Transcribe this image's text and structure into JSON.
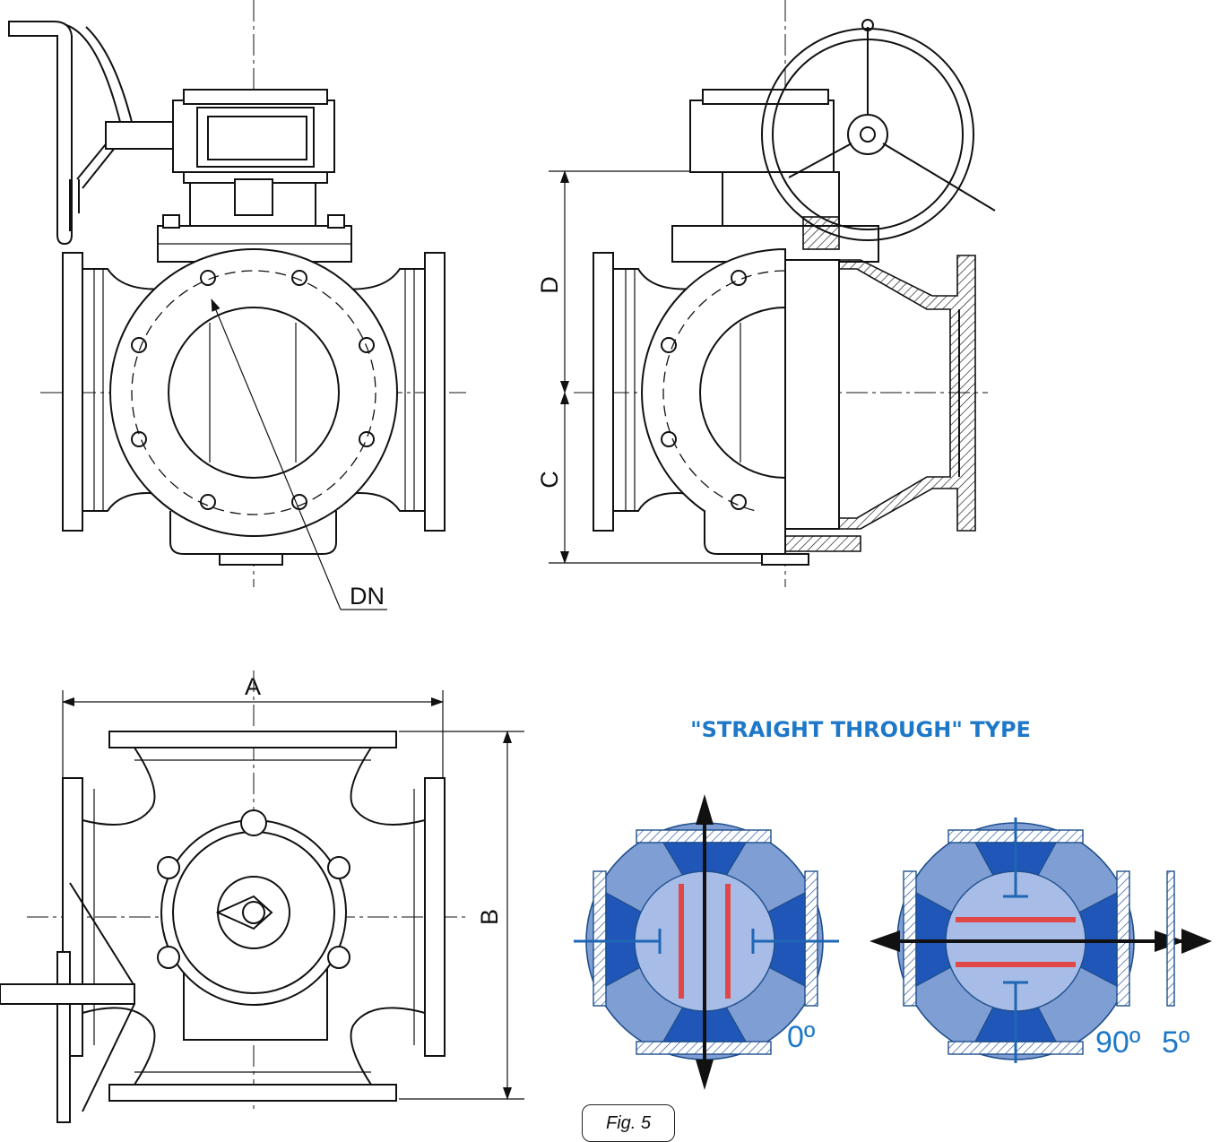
{
  "dimensions": {
    "dn": "DN",
    "a": "A",
    "b": "B",
    "c": "C",
    "d": "D"
  },
  "section": {
    "title": "\"STRAIGHT THROUGH\" TYPE",
    "title_color": "#1e78c8",
    "angle_left": "0º",
    "angle_right": "90º",
    "angle_cut": "5º",
    "angle_color": "#1e78c8"
  },
  "figure_label": "Fig. 5",
  "colors": {
    "valve_body": "#7f9ed4",
    "port_dark": "#1f56b8",
    "seal": "#e04848",
    "line": "#111111"
  },
  "icons": [
    "arrow-up-icon",
    "arrow-down-icon",
    "arrow-left-icon",
    "arrow-right-icon"
  ]
}
